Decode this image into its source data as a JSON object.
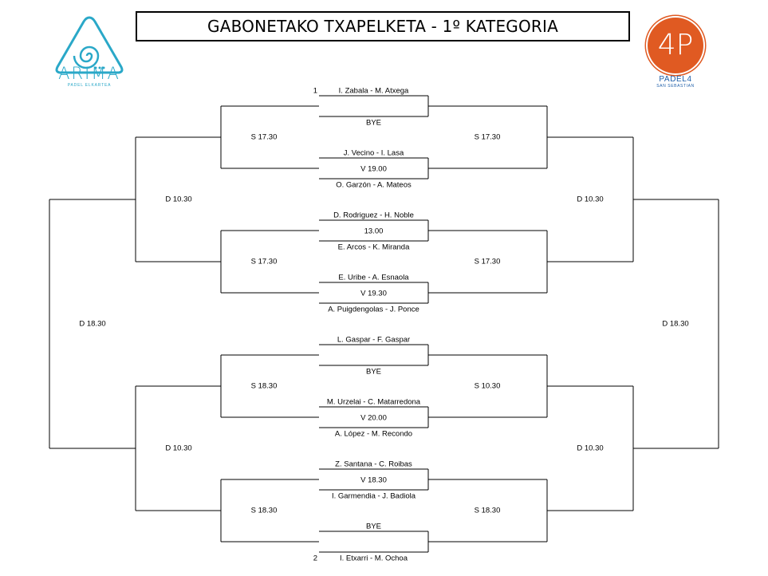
{
  "title": "GABONETAKO TXAPELKETA - 1º KATEGORIA",
  "logos": {
    "left": {
      "name": "ARIMA",
      "subtitle": "PADEL ELKARTEA",
      "color": "#2aa8c8"
    },
    "right": {
      "monogram": "4P",
      "name": "PADEL4",
      "subtitle": "SAN SEBASTIAN",
      "circle_color": "#e05a22",
      "text_color": "#1d5ea8"
    }
  },
  "seeds": [
    "1",
    "2"
  ],
  "matches": [
    {
      "top": "I. Zabala - M. Atxega",
      "time": "",
      "bottom": "BYE"
    },
    {
      "top": "J. Vecino - I. Lasa",
      "time": "V 19.00",
      "bottom": "O. Garzón - A. Mateos"
    },
    {
      "top": "D. Rodriguez - H. Noble",
      "time": "13.00",
      "bottom": "E. Arcos  - K. Miranda"
    },
    {
      "top": "E. Uribe - A. Esnaola",
      "time": "V 19.30",
      "bottom": "A. Puigdengolas - J. Ponce"
    },
    {
      "top": "L. Gaspar - F. Gaspar",
      "time": "",
      "bottom": "BYE"
    },
    {
      "top": "M. Urzelai - C. Matarredona",
      "time": "V 20.00",
      "bottom": "A. López - M. Recondo"
    },
    {
      "top": "Z. Santana - C. Roibas",
      "time": "V 18.30",
      "bottom": "I. Garmendia - J. Badiola"
    },
    {
      "top": "BYE",
      "time": "",
      "bottom": "I. Etxarri - M. Ochoa"
    }
  ],
  "left_rounds": {
    "round2": [
      "S 17.30",
      "S 17.30",
      "S 18.30",
      "S 18.30"
    ],
    "round3": [
      "D 10.30",
      "D 10.30"
    ],
    "round4": [
      "D 18.30"
    ]
  },
  "right_rounds": {
    "round2": [
      "S 17.30",
      "S 17.30",
      "S 10.30",
      "S 18.30"
    ],
    "round3": [
      "D 10.30",
      "D 10.30"
    ],
    "round4": [
      "D 18.30"
    ]
  }
}
